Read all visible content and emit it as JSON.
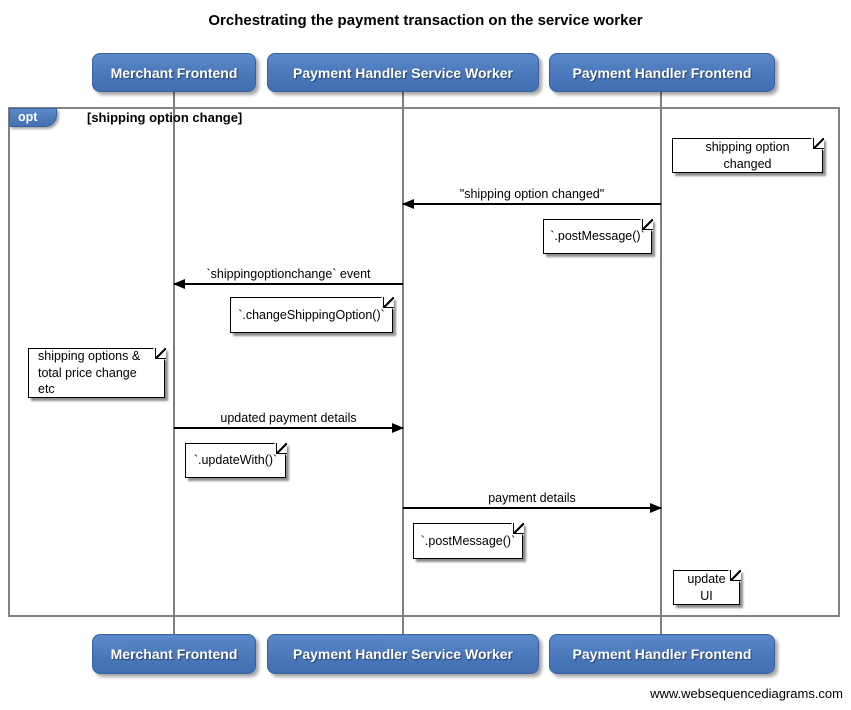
{
  "title": "Orchestrating the payment transaction on the service worker",
  "watermark": "www.websequencediagrams.com",
  "colors": {
    "actor_blue": "#4a78bb",
    "actor_border": "#38619f",
    "frame_gray": "#828282",
    "line_black": "#000000"
  },
  "actors": [
    {
      "label": "Merchant Frontend"
    },
    {
      "label": "Payment Handler Service Worker"
    },
    {
      "label": "Payment Handler Frontend"
    }
  ],
  "fragment": {
    "operator": "opt",
    "guard": "[shipping option change]"
  },
  "messages": [
    {
      "label": "\"shipping option changed\"",
      "from": "Payment Handler Frontend",
      "to": "Payment Handler Service Worker",
      "direction": "left"
    },
    {
      "label": "`shippingoptionchange` event",
      "from": "Payment Handler Service Worker",
      "to": "Merchant Frontend",
      "direction": "left"
    },
    {
      "label": "updated payment details",
      "from": "Merchant Frontend",
      "to": "Payment Handler Service Worker",
      "direction": "right"
    },
    {
      "label": "payment details",
      "from": "Payment Handler Service Worker",
      "to": "Payment Handler Frontend",
      "direction": "right"
    }
  ],
  "notes": [
    {
      "text": "shipping option changed"
    },
    {
      "text": "`.postMessage()`"
    },
    {
      "text": "`.changeShippingOption()`"
    },
    {
      "text": "shipping options &\ntotal price change etc"
    },
    {
      "text": "`.updateWith()`"
    },
    {
      "text": "`.postMessage()`"
    },
    {
      "text": "update UI"
    }
  ]
}
